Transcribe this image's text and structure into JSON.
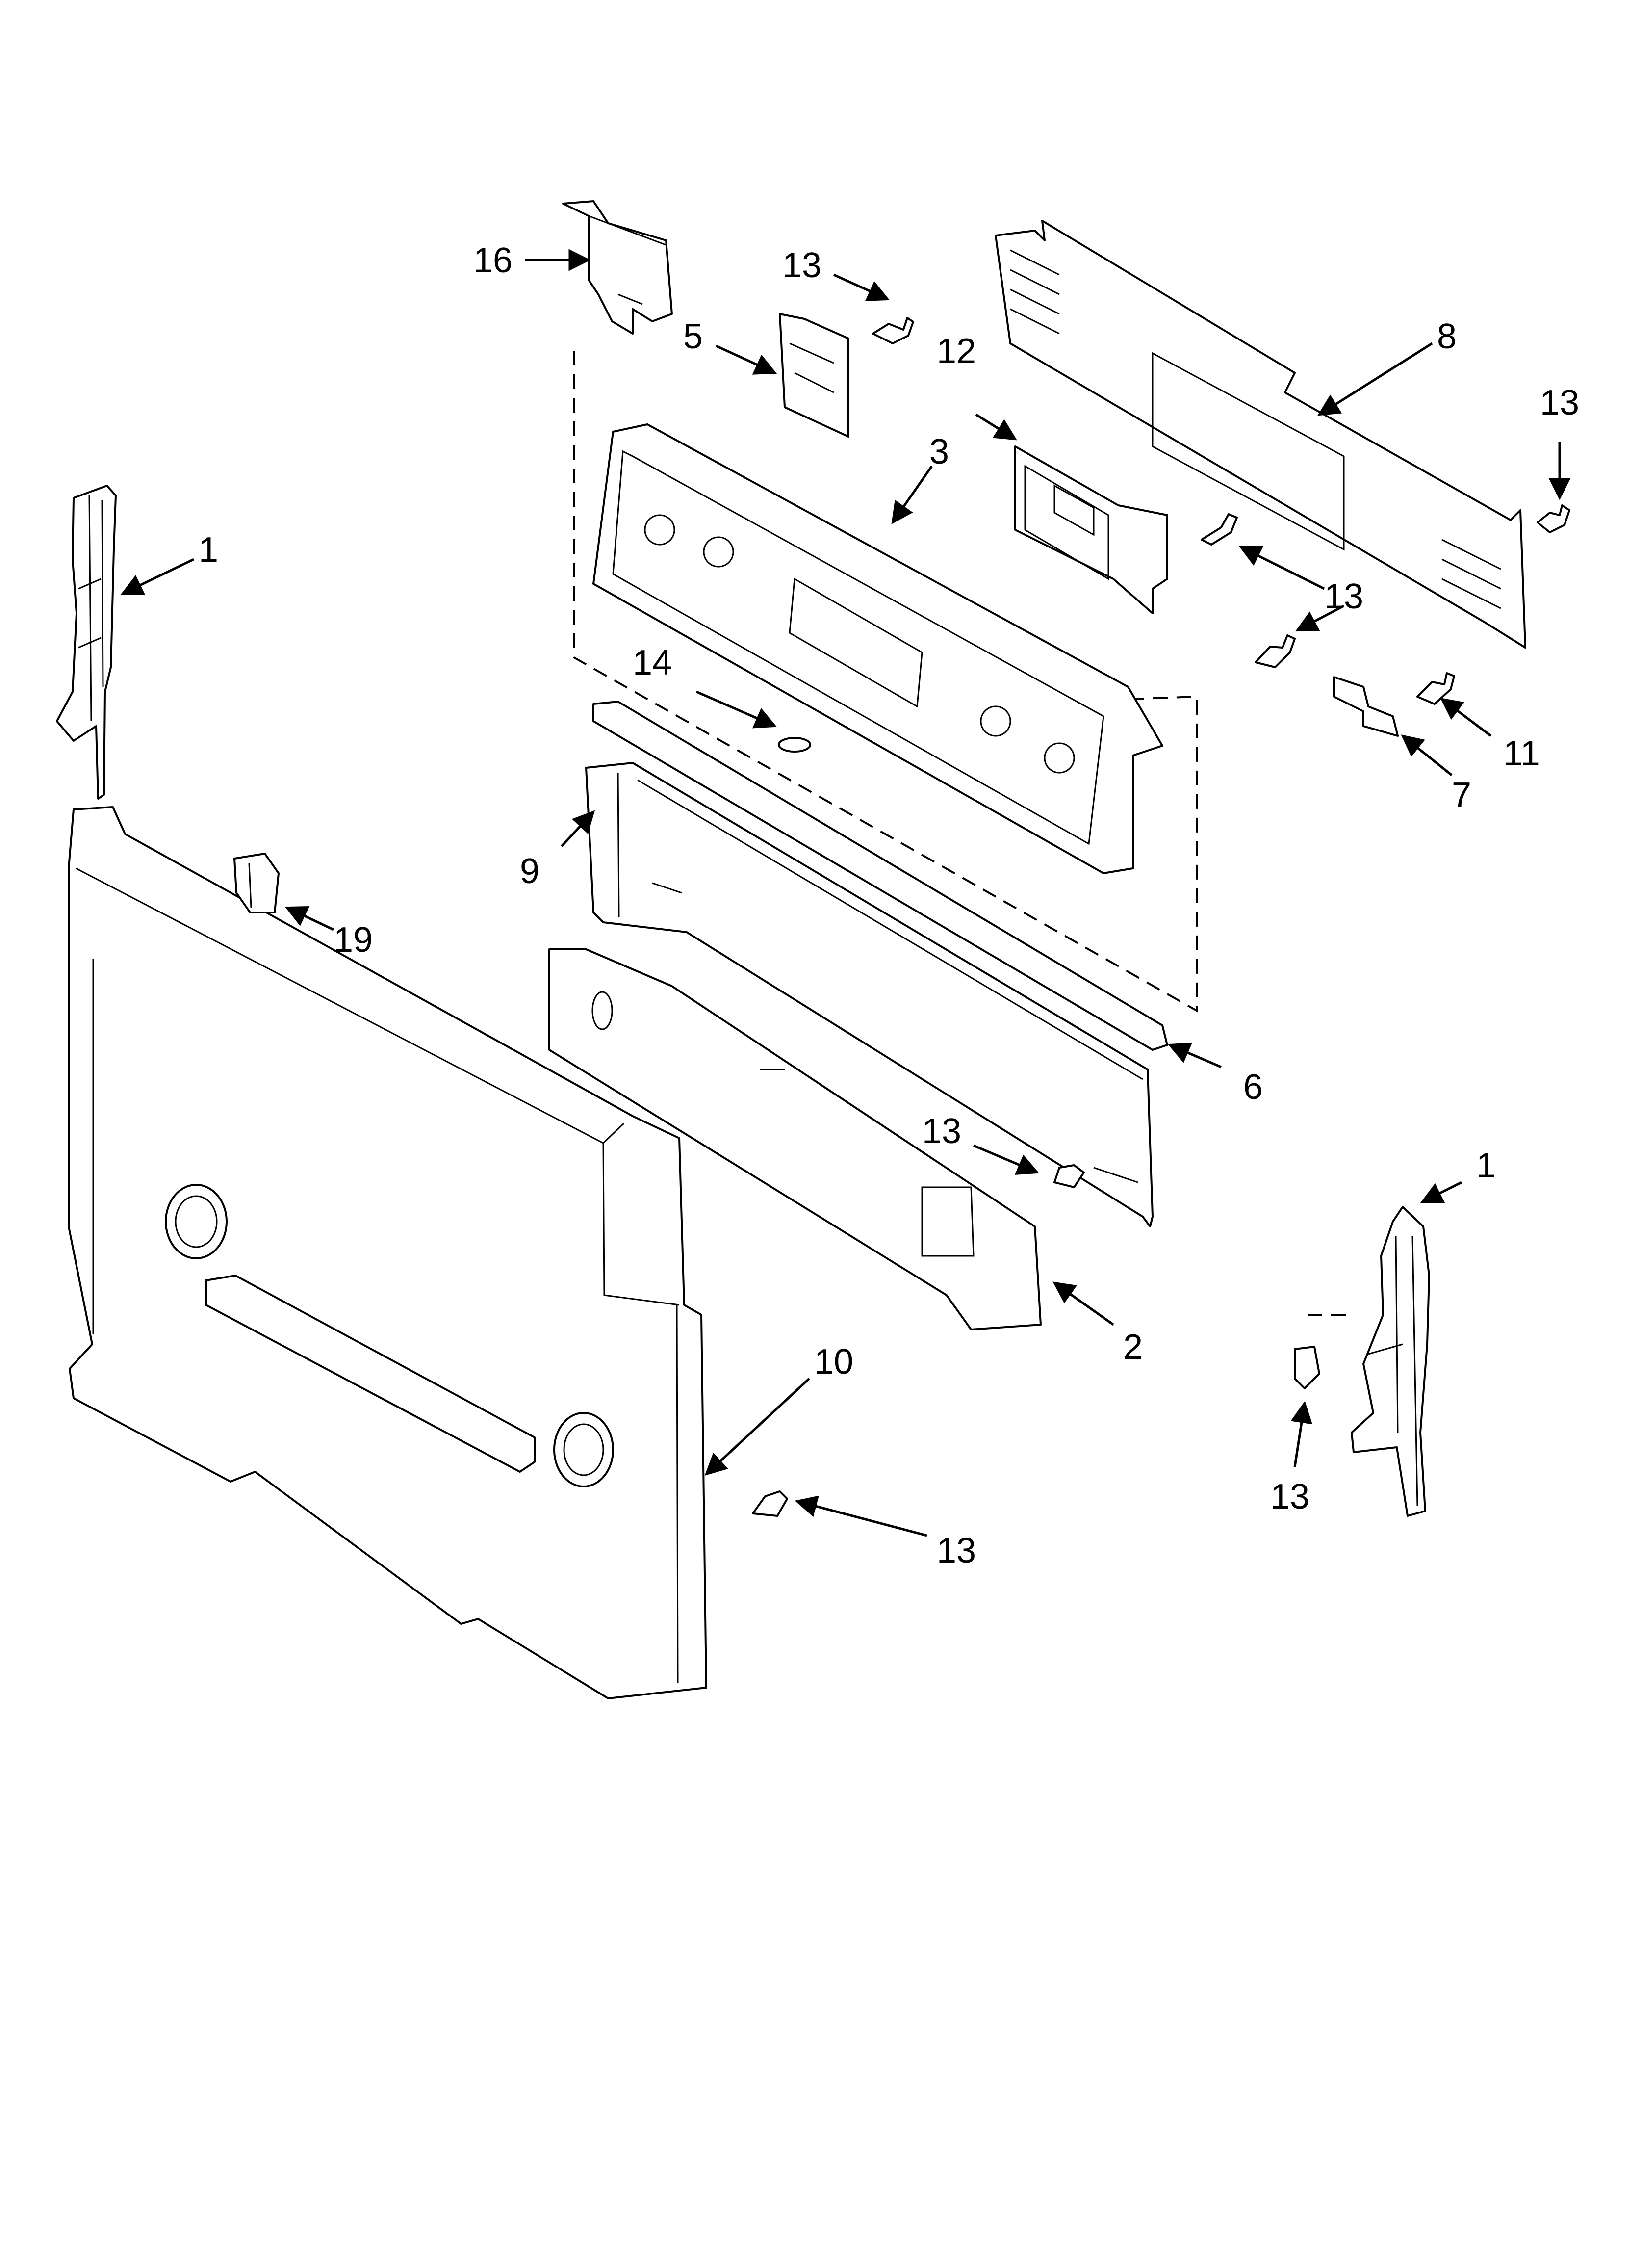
{
  "callouts": {
    "c1_left": "1",
    "c1_right": "1",
    "c2": "2",
    "c3": "3",
    "c5": "5",
    "c6": "6",
    "c7": "7",
    "c8": "8",
    "c9": "9",
    "c10": "10",
    "c11": "11",
    "c12": "12",
    "c13_top": "13",
    "c13_right_top": "13",
    "c13_clock": "13",
    "c13_panel": "13",
    "c13_shield": "13",
    "c13_side": "13",
    "c13_back": "13",
    "c14": "14",
    "c16": "16",
    "c19": "19"
  }
}
